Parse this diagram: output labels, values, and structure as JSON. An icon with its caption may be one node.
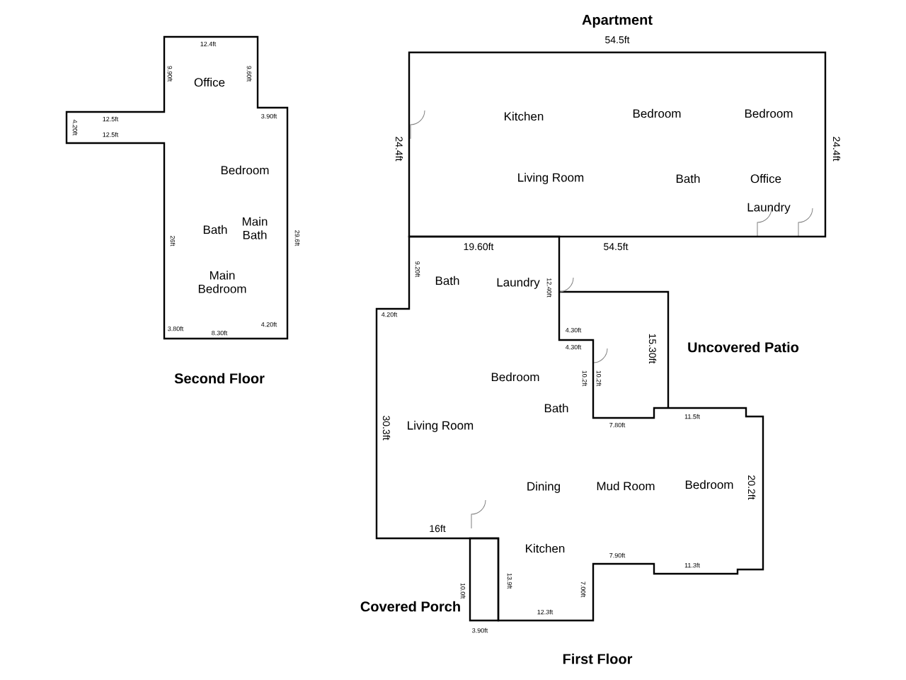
{
  "diagram": {
    "nodes": [
      {
        "text": [
          "Office",
          "Bedroom",
          "Bath",
          "Main Bath",
          "Main Bedroom"
        ],
        "beside": [
          "Second Floor"
        ]
      },
      {
        "text": [
          "Apartment",
          "Kitchen",
          "Bedroom",
          "Bedroom",
          "Living Room",
          "Bath",
          "Office",
          "Laundry"
        ]
      },
      {
        "text": [
          "Bath",
          "Laundry",
          "Bedroom",
          "Bath",
          "Living Room",
          "Dining",
          "Mud Room",
          "Bedroom",
          "Kitchen"
        ],
        "beside": [
          "First Floor"
        ]
      },
      {
        "text": [
          "Covered Porch"
        ]
      }
    ],
    "edges": [],
    "labels": [
      "12.4ft",
      "9.90ft",
      "9.60ft",
      "3.90ft",
      "4.20ft",
      "12.5ft",
      "12.5ft",
      "26ft",
      "29.6ft",
      "3.80ft",
      "8.30ft",
      "4.20ft",
      "54.5ft",
      "24.4ft",
      "24.4ft",
      "19.60ft",
      "54.5ft",
      "9.20ft",
      "12.40ft",
      "4.20ft",
      "4.30ft",
      "4.30ft",
      "15.30ft",
      "Uncovered Patio",
      "10.2ft",
      "10.2ft",
      "30.3ft",
      "7.80ft",
      "11.5ft",
      "20.2ft",
      "16ft",
      "7.90ft",
      "11.3ft",
      "10.0ft",
      "13.9ft",
      "7.00ft",
      "12.3ft",
      "3.90ft"
    ]
  }
}
